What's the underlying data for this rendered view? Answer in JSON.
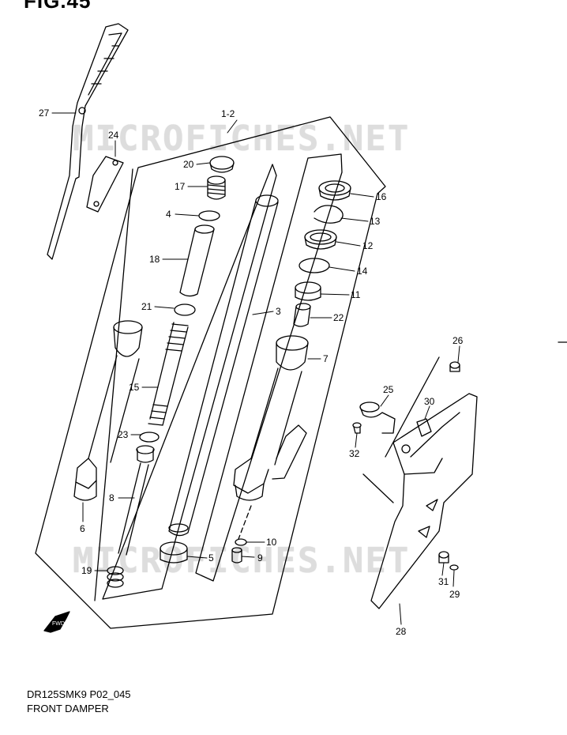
{
  "figure": {
    "title": "FIG.45",
    "model_code": "DR125SMK9 P02_045",
    "name": "FRONT DAMPER"
  },
  "watermark": "MICROFICHES.NET",
  "fwd_label": "FWD",
  "callouts": {
    "c1_2": "1-2",
    "c3": "3",
    "c4": "4",
    "c5": "5",
    "c6": "6",
    "c7": "7",
    "c8": "8",
    "c9": "9",
    "c10": "10",
    "c11": "11",
    "c12": "12",
    "c13": "13",
    "c14": "14",
    "c15": "15",
    "c16": "16",
    "c17": "17",
    "c18": "18",
    "c19": "19",
    "c20": "20",
    "c21": "21",
    "c22": "22",
    "c23": "23",
    "c24": "24",
    "c25": "25",
    "c26": "26",
    "c27": "27",
    "c28": "28",
    "c29": "29",
    "c30": "30",
    "c31": "31",
    "c32": "32"
  }
}
